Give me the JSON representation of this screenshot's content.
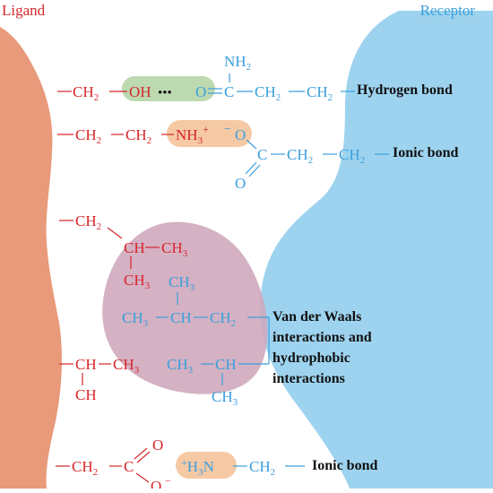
{
  "header": {
    "ligand": "Ligand",
    "receptor": "Receptor"
  },
  "colors": {
    "ligand_fill": "#e89a7a",
    "receptor_fill": "#9dd3ef",
    "red": "#d6262a",
    "blue": "#3a9fdc",
    "blob": "#cfa8bd",
    "hbond_pill": "#bcd9b0",
    "ionic_pill": "#f6c9a5"
  },
  "hbond": {
    "ch2a": "CH",
    "ch2b": "CH",
    "sub2": "2",
    "oh": "OH",
    "dots": "•••",
    "o": "O",
    "c": "C",
    "nh2": "NH",
    "label": "Hydrogen bond"
  },
  "ionic1": {
    "nh3": "NH",
    "sub3": "3",
    "plus": "+",
    "minus": "−",
    "o_top": "O",
    "o_bottom": "O",
    "c": "C",
    "label": "Ionic bond"
  },
  "vdw": {
    "ch": "CH",
    "ch3": "CH",
    "sub3": "3",
    "label_lines": [
      "Van der Waals",
      "interactions and",
      "hydrophobic",
      "interactions"
    ]
  },
  "ionic2": {
    "c": "C",
    "o": "O",
    "h3n": "H",
    "n": "N",
    "plus": "+",
    "minus": "−",
    "label": "Ionic bond"
  }
}
